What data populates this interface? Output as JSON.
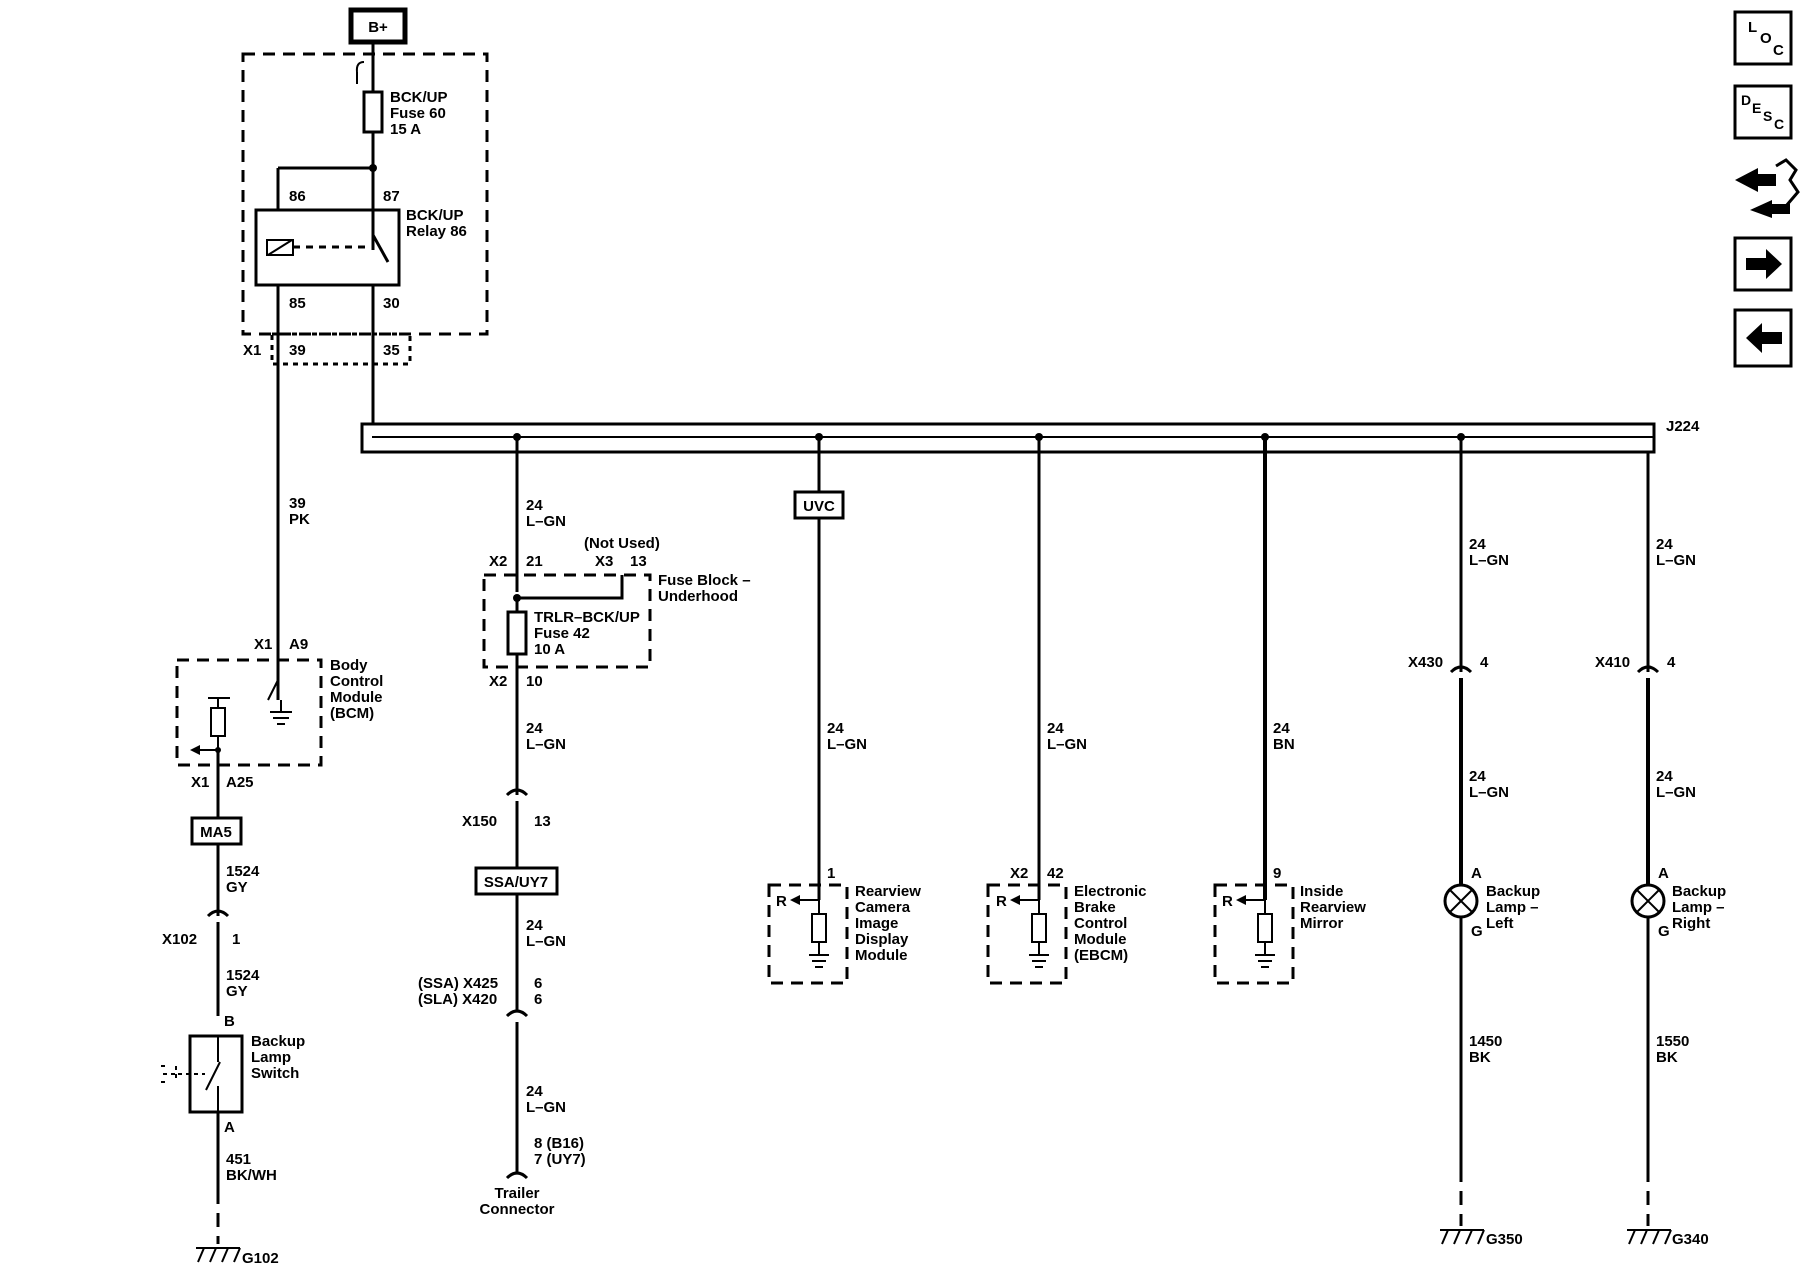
{
  "power": {
    "bplus": "B+"
  },
  "fuse_relay_block": {
    "fuse60": {
      "line1": "BCK/UP",
      "line2": "Fuse 60",
      "line3": "15 A"
    },
    "relay": {
      "line1": "BCK/UP",
      "line2": "Relay 86",
      "pin86": "86",
      "pin87": "87",
      "pin85": "85",
      "pin30": "30"
    },
    "x1_label": "X1",
    "x1_pin39": "39",
    "x1_pin35": "35"
  },
  "splice": {
    "label": "J224"
  },
  "bcm_branch": {
    "wire1": {
      "size": "39",
      "color": "PK"
    },
    "conn_top": {
      "id": "X1",
      "pin": "A9"
    },
    "module": {
      "line1": "Body",
      "line2": "Control",
      "line3": "Module",
      "line4": "(BCM)"
    },
    "conn_bottom": {
      "id": "X1",
      "pin": "A25"
    },
    "option": "MA5",
    "wire2": {
      "size": "1524",
      "color": "GY"
    },
    "inline": {
      "id": "X102",
      "pin": "1"
    },
    "wire3": {
      "size": "1524",
      "color": "GY"
    },
    "switch_pin_b": "B",
    "switch": {
      "line1": "Backup",
      "line2": "Lamp",
      "line3": "Switch"
    },
    "switch_pin_a": "A",
    "wire4": {
      "size": "451",
      "color": "BK/WH"
    },
    "ground": "G102"
  },
  "trailer_branch": {
    "wire1": {
      "size": "24",
      "color": "L–GN"
    },
    "not_used": "(Not Used)",
    "x2_label": "X2",
    "x2_pin": "21",
    "x3_label": "X3",
    "x3_pin": "13",
    "fuse_block": {
      "line1": "Fuse Block –",
      "line2": "Underhood"
    },
    "fuse42": {
      "line1": "TRLR–BCK/UP",
      "line2": "Fuse 42",
      "line3": "10 A"
    },
    "x2b_label": "X2",
    "x2b_pin": "10",
    "wire2": {
      "size": "24",
      "color": "L–GN"
    },
    "inline1": {
      "id": "X150",
      "pin": "13"
    },
    "option": "SSA/UY7",
    "wire3": {
      "size": "24",
      "color": "L–GN"
    },
    "inline2": {
      "line1": "(SSA) X425",
      "pin1": "6",
      "line2": "(SLA) X420",
      "pin2": "6"
    },
    "wire4": {
      "size": "24",
      "color": "L–GN"
    },
    "pins": {
      "line1": "8 (B16)",
      "line2": "7 (UY7)"
    },
    "connector": {
      "line1": "Trailer",
      "line2": "Connector"
    }
  },
  "camera_branch": {
    "option": "UVC",
    "wire": {
      "size": "24",
      "color": "L–GN"
    },
    "pin": "1",
    "r_label": "R",
    "module": {
      "line1": "Rearview",
      "line2": "Camera",
      "line3": "Image",
      "line4": "Display",
      "line5": "Module"
    }
  },
  "ebcm_branch": {
    "wire": {
      "size": "24",
      "color": "L–GN"
    },
    "conn": "X2",
    "pin": "42",
    "r_label": "R",
    "module": {
      "line1": "Electronic",
      "line2": "Brake",
      "line3": "Control",
      "line4": "Module",
      "line5": "(EBCM)"
    }
  },
  "mirror_branch": {
    "wire": {
      "size": "24",
      "color": "BN"
    },
    "pin": "9",
    "r_label": "R",
    "module": {
      "line1": "Inside",
      "line2": "Rearview",
      "line3": "Mirror"
    }
  },
  "lamp_left": {
    "wire1": {
      "size": "24",
      "color": "L–GN"
    },
    "inline": {
      "id": "X430",
      "pin": "4"
    },
    "wire2": {
      "size": "24",
      "color": "L–GN"
    },
    "pin_a": "A",
    "pin_g": "G",
    "lamp": {
      "line1": "Backup",
      "line2": "Lamp –",
      "line3": "Left"
    },
    "wire3": {
      "size": "1450",
      "color": "BK"
    },
    "ground": "G350"
  },
  "lamp_right": {
    "wire1": {
      "size": "24",
      "color": "L–GN"
    },
    "inline": {
      "id": "X410",
      "pin": "4"
    },
    "wire2": {
      "size": "24",
      "color": "L–GN"
    },
    "pin_a": "A",
    "pin_g": "G",
    "lamp": {
      "line1": "Backup",
      "line2": "Lamp –",
      "line3": "Right"
    },
    "wire3": {
      "size": "1550",
      "color": "BK"
    },
    "ground": "G340"
  },
  "nav": {
    "loc": {
      "l": "L",
      "o": "O",
      "c": "C"
    },
    "desc": {
      "d": "D",
      "e": "E",
      "s": "S",
      "c": "C"
    }
  }
}
